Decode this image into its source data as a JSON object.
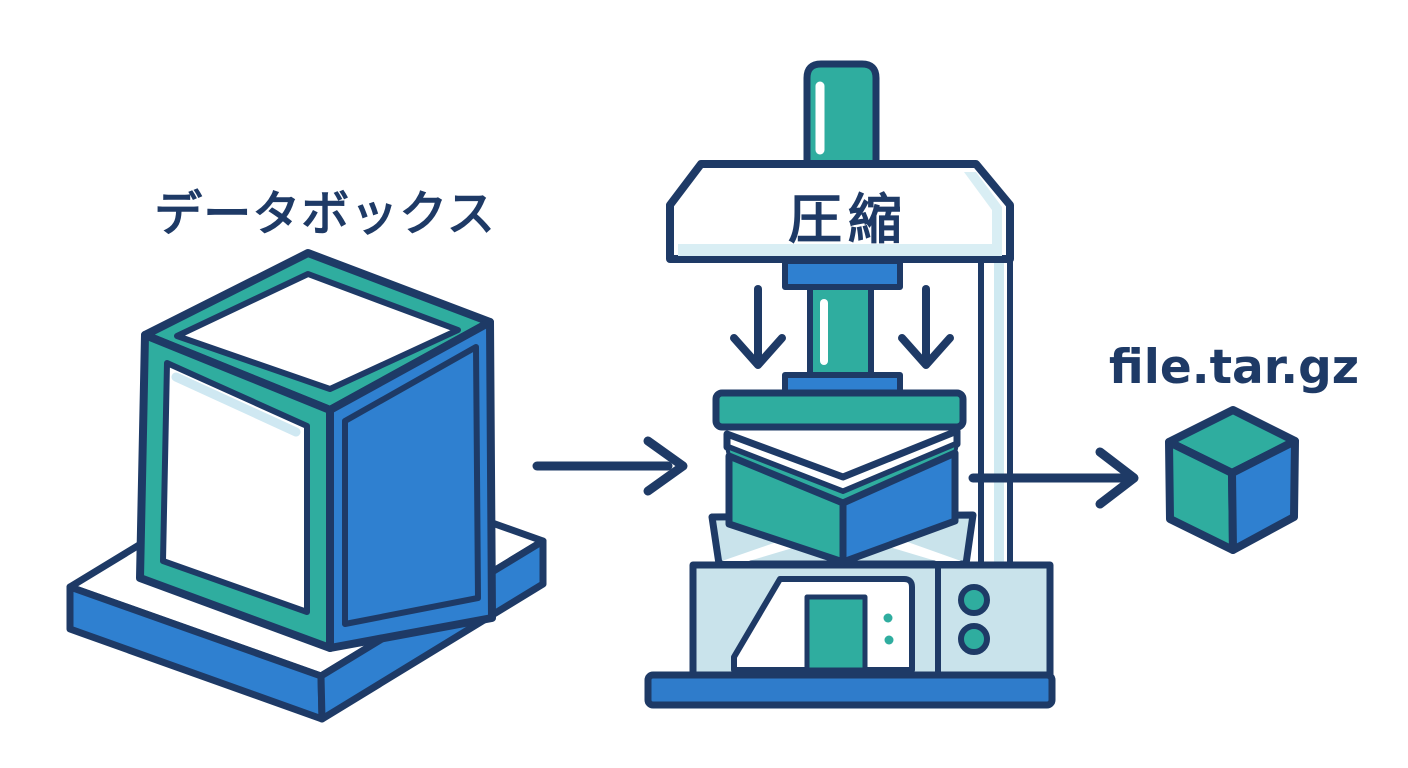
{
  "labels": {
    "data_box": "データボックス",
    "press": "圧縮",
    "output_file": "file.tar.gz"
  },
  "colors": {
    "teal": "#2FAD9F",
    "blue": "#2F80D0",
    "navy": "#1E3A66",
    "light_blue": "#C9E3EB",
    "pale_blue": "#D9EEF4",
    "stripe_blue": "#CFE9F1",
    "base_blue": "#2F7CCB",
    "highlight": "#CFE8F2",
    "white": "#FFFFFF",
    "background": "#FFFFFF"
  },
  "diagram": {
    "type": "flow-illustration",
    "nodes": [
      {
        "id": "data-box",
        "label": "データボックス"
      },
      {
        "id": "compressor-press",
        "label": "圧縮"
      },
      {
        "id": "compressed-file",
        "label": "file.tar.gz"
      }
    ],
    "flow": [
      {
        "from": "data-box",
        "to": "compressor-press"
      },
      {
        "from": "compressor-press",
        "to": "compressed-file"
      }
    ]
  }
}
